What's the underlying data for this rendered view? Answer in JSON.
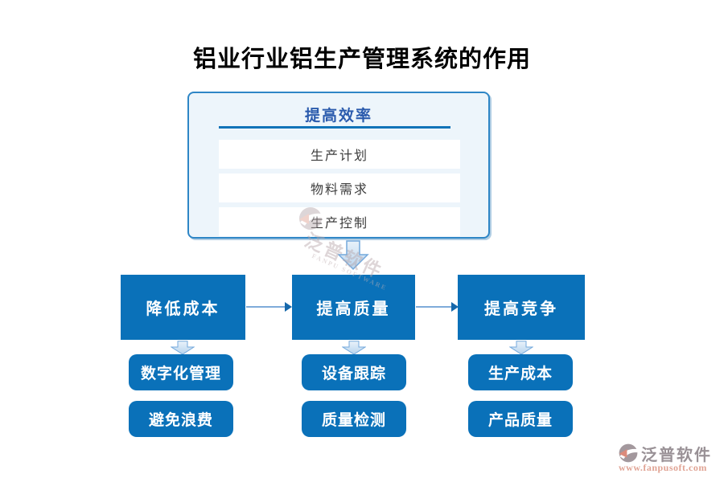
{
  "title": "铝业行业铝生产管理系统的作用",
  "panel": {
    "header": "提高效率",
    "rows": [
      "生产计划",
      "物料需求",
      "生产控制"
    ]
  },
  "flow": {
    "nodes": [
      {
        "label": "降低成本",
        "children": [
          "数字化管理",
          "避免浪费"
        ]
      },
      {
        "label": "提高质量",
        "children": [
          "设备跟踪",
          "质量检测"
        ]
      },
      {
        "label": "提高竞争",
        "children": [
          "生产成本",
          "产品质量"
        ]
      }
    ]
  },
  "watermark": {
    "brand": "泛普软件",
    "brand_en": "FANPU SOFTWARE",
    "url": "www.fanpusoft.com"
  },
  "colors": {
    "primary_blue": "#0a71b9",
    "panel_bg": "#edf5fb",
    "panel_border": "#2e86c6",
    "header_text": "#2b5bad",
    "header_underline": "#1173b8",
    "row_text": "#3d3d3d",
    "connector_line": "#7fabda",
    "connector_head": "#1668ab",
    "arrow_fill_light": "#e9f2fa",
    "arrow_fill_dark": "#b7d4ee",
    "arrow_stroke": "#74a9dc",
    "brand_gray": "#8f868b",
    "url_coral": "#dd9a89"
  }
}
